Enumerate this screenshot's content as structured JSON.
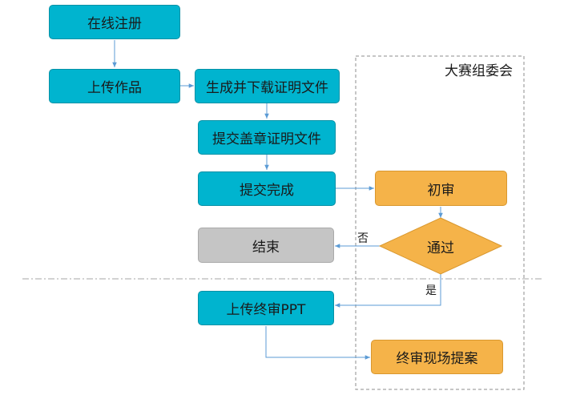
{
  "committee": {
    "label": "大赛组委会"
  },
  "nodes": {
    "register": "在线注册",
    "upload_work": "上传作品",
    "generate_cert": "生成并下载证明文件",
    "submit_stamped": "提交盖章证明文件",
    "submit_done": "提交完成",
    "first_review": "初审",
    "pass_decision": "通过",
    "end": "结束",
    "upload_final_ppt": "上传终审PPT",
    "final_onsite": "终审现场提案"
  },
  "edge_labels": {
    "no": "否",
    "yes": "是"
  },
  "colors": {
    "participant_node": "#00b4cf",
    "committee_node": "#f5b349",
    "end_node": "#c5c5c5",
    "connector": "#5b9bd5"
  }
}
